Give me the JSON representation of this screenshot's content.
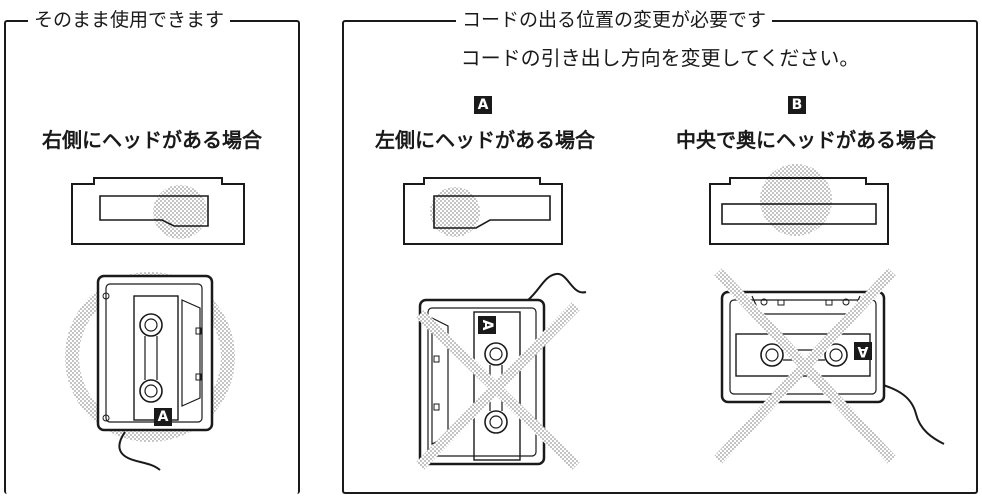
{
  "left": {
    "frame_title": "そのまま使用できます",
    "case_label": "右側にヘッドがある場合",
    "cassette_side_mark": "A"
  },
  "right": {
    "frame_title": "コードの出る位置の変更が必要です",
    "instruction": "コードの引き出し方向を変更してください。",
    "case_a": {
      "badge": "A",
      "label": "左側にヘッドがある場合",
      "cassette_side_mark": "A"
    },
    "case_b": {
      "badge": "B",
      "label": "中央で奥にヘッドがある場合",
      "cassette_side_mark": "A"
    }
  },
  "colors": {
    "ink": "#1a1a1a",
    "hatch": "#b8b8b8"
  }
}
